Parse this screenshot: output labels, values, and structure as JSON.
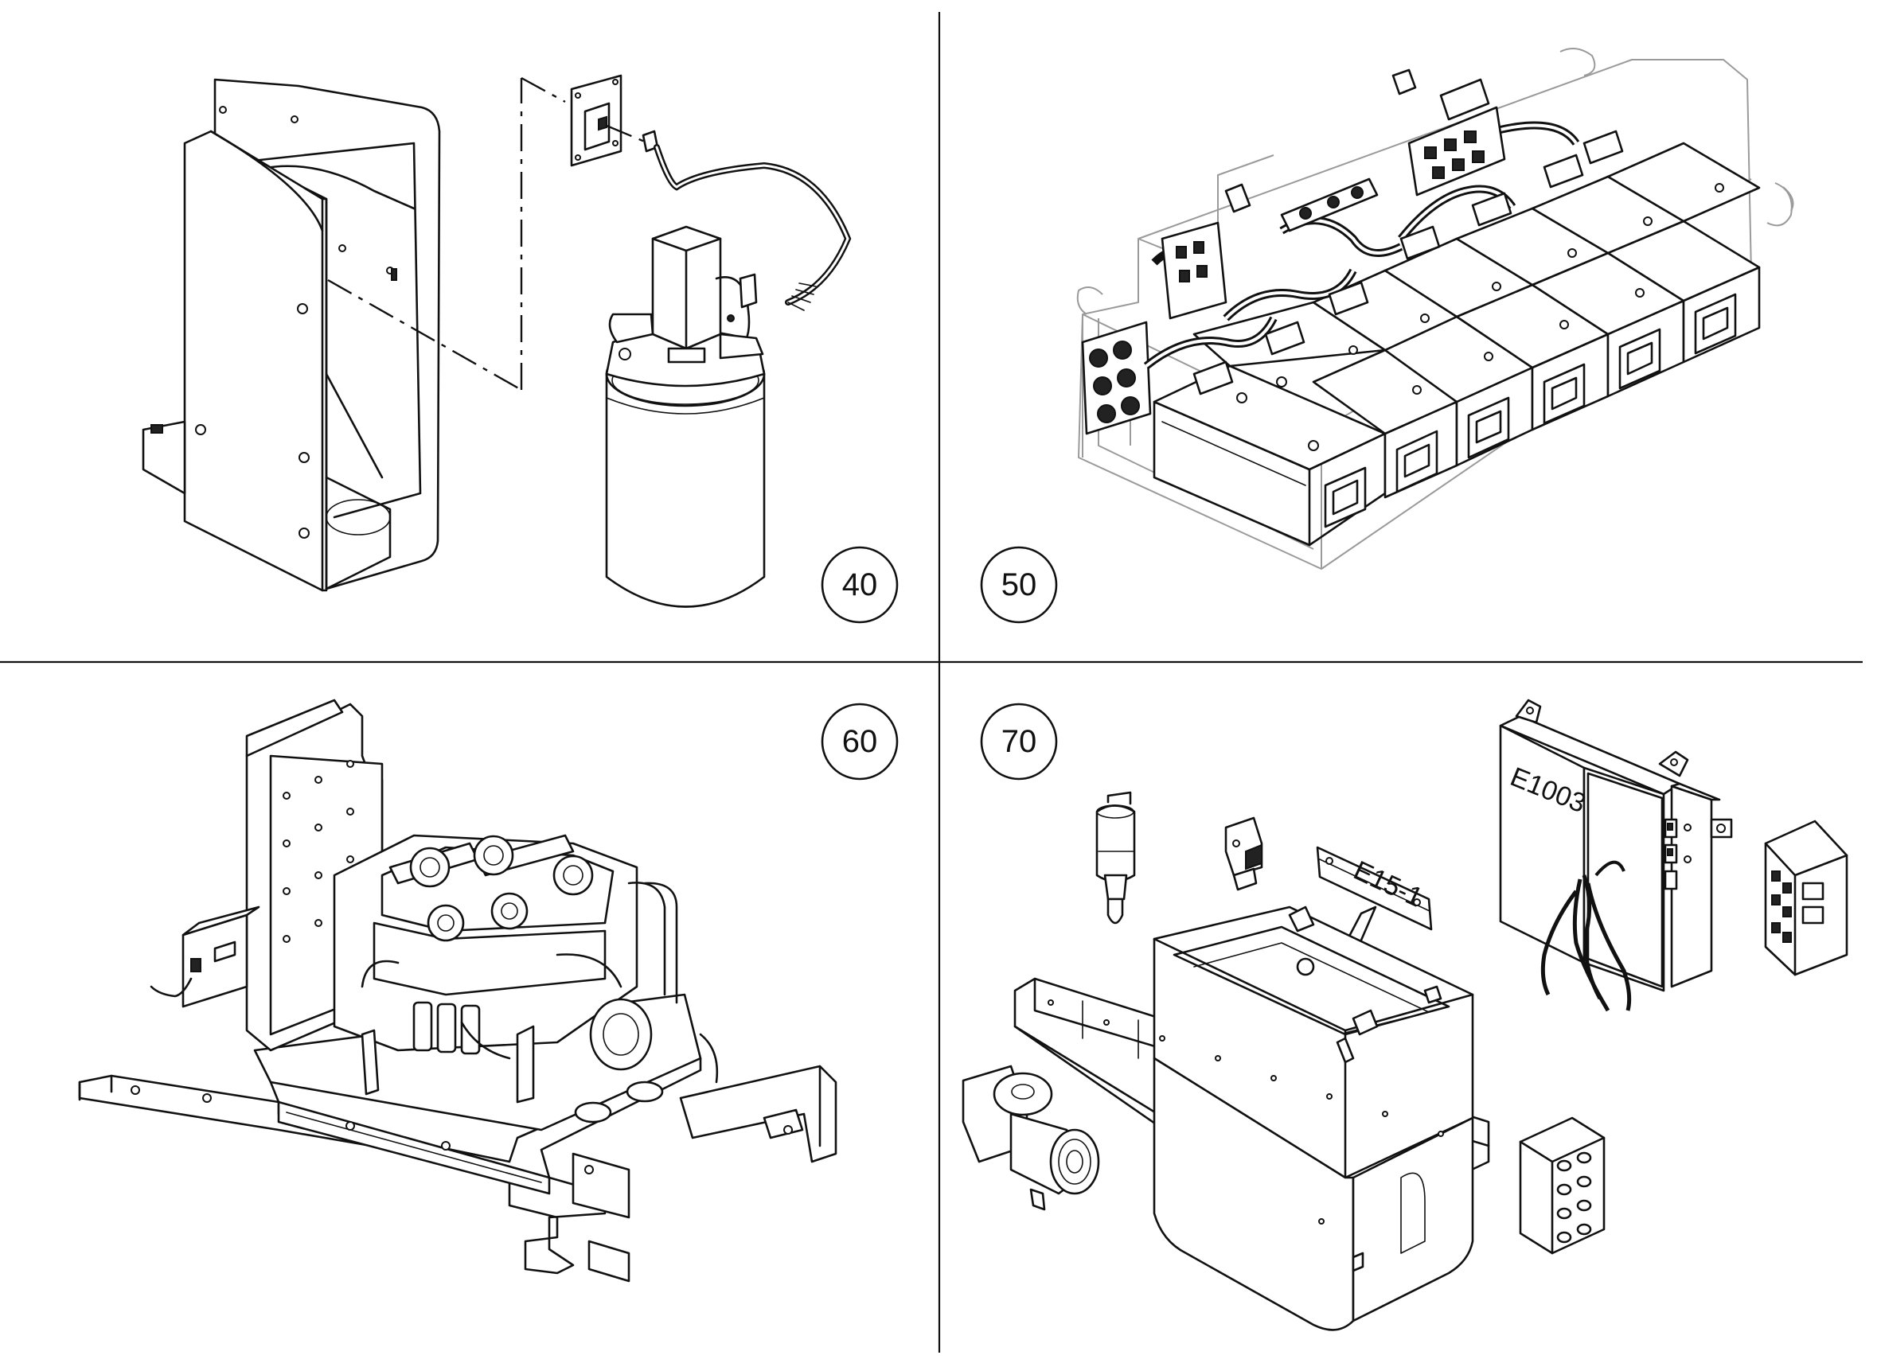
{
  "callouts": {
    "p40": "40",
    "p50": "50",
    "p60": "60",
    "p70": "70"
  },
  "labels": {
    "tag_e15": "E15-1",
    "tag_e1003": "E1003"
  }
}
